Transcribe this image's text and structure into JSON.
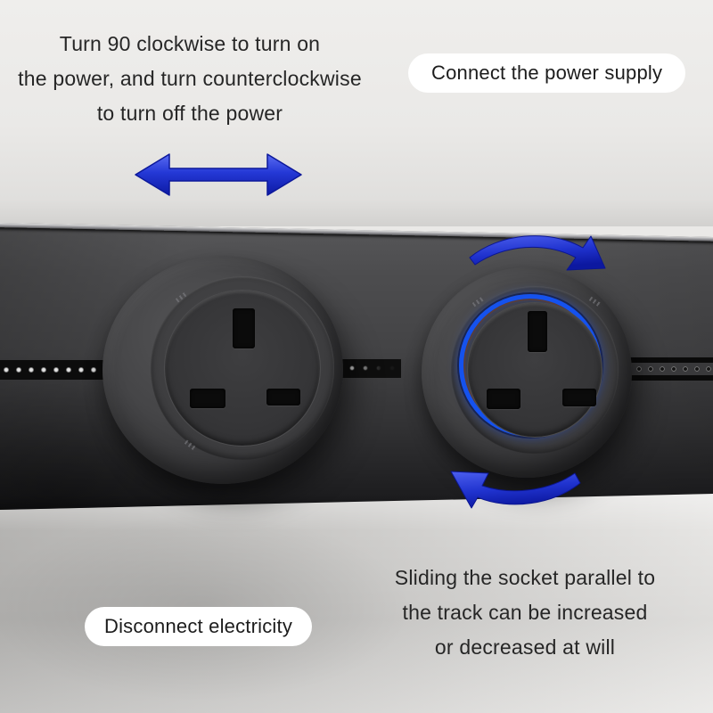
{
  "annotations": {
    "top_left_lines": {
      "0": "Turn 90 clockwise to turn on",
      "1": "the power, and turn counterclockwise",
      "2": "to turn off the power"
    },
    "top_right_label": "Connect the power supply",
    "bottom_left_label": "Disconnect electricity",
    "bottom_right_lines": {
      "0": "Sliding the socket parallel to",
      "1": "the track can be increased",
      "2": "or decreased at will"
    }
  },
  "colors": {
    "background": "#eae9e7",
    "text": "#262626",
    "pill_background": "#ffffff",
    "accent_blue": "#2236d0",
    "ring_blue": "#1552ee",
    "panel": "#3f3f41"
  },
  "icons": {
    "slide_direction_arrow": "horizontal double-headed blue arrow",
    "rotate_clockwise_arrow": "curved blue arrow, clockwise",
    "rotate_counterclockwise_arrow": "curved blue arrow, counterclockwise"
  },
  "scene": {
    "track": "wall-mounted power track with contact strip",
    "left_socket": "round UK 3-pin track socket (power off)",
    "right_socket": "round UK 3-pin track socket with blue LED ring (power on)"
  }
}
